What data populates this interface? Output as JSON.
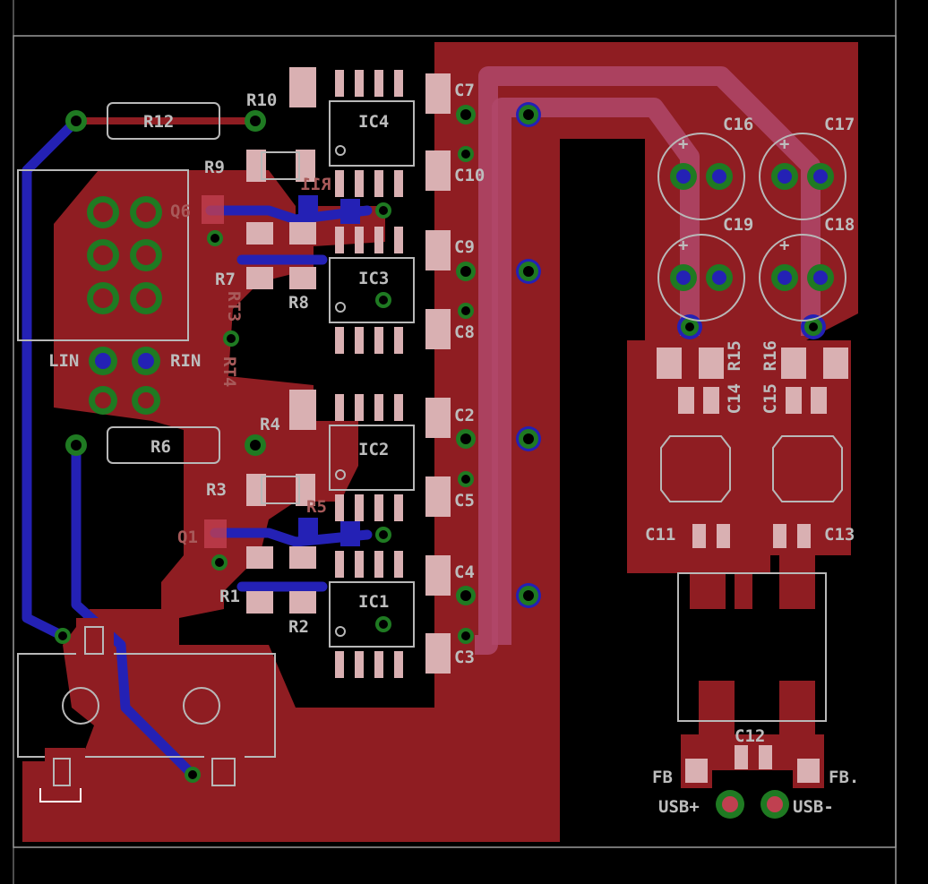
{
  "colors": {
    "background": "#000000",
    "top_copper": "#8f1d22",
    "bottom_copper": "#2421b5",
    "silkscreen": "#bdbdbd",
    "via_ring": "#1f7a22",
    "pad": "#d9b0b2"
  },
  "labels": {
    "r12": "R12",
    "r10": "R10",
    "r9": "R9",
    "r11": "R11",
    "q6": "Q6",
    "r7": "R7",
    "rt3": "RT3",
    "r8": "R8",
    "lin": "LIN",
    "rin": "RIN",
    "rt4": "RT4",
    "r4": "R4",
    "r6": "R6",
    "r3": "R3",
    "r5": "R5",
    "q1": "Q1",
    "r1": "R1",
    "r2": "R2",
    "ic4": "IC4",
    "ic3": "IC3",
    "ic2": "IC2",
    "ic1": "IC1",
    "c7": "C7",
    "c10": "C10",
    "c9": "C9",
    "c8": "C8",
    "c2": "C2",
    "c5": "C5",
    "c4": "C4",
    "c3": "C3",
    "c16": "C16",
    "c17": "C17",
    "c19": "C19",
    "c18": "C18",
    "r15": "R15",
    "r16": "R16",
    "c14": "C14",
    "c15": "C15",
    "c11": "C11",
    "c13": "C13",
    "c12": "C12",
    "fb1": "FB",
    "fb2": "FB.",
    "usb_plus": "USB+",
    "usb_minus": "USB-"
  }
}
